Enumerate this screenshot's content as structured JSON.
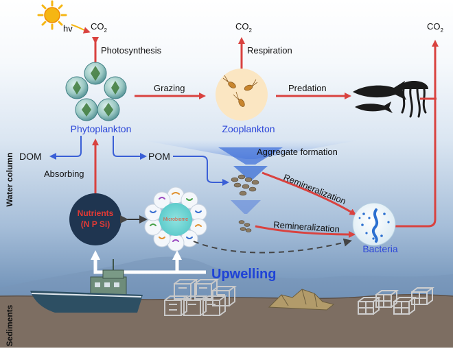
{
  "labels": {
    "co2": "CO",
    "co2_sub": "2",
    "hv": "hv",
    "photosynthesis": "Photosynthesis",
    "respiration": "Respiration",
    "grazing": "Grazing",
    "predation": "Predation",
    "phytoplankton": "Phytoplankton",
    "zooplankton": "Zooplankton",
    "dom": "DOM",
    "pom": "POM",
    "aggregate_formation": "Aggregate formation",
    "absorbing": "Absorbing",
    "remineralization": "Remineralization",
    "nutrients_line1": "Nutrients",
    "nutrients_line2": "(N P Si)",
    "microbiome": "Microbiome",
    "bacteria": "Bacteria",
    "upwelling": "Upwelling",
    "water_column": "Water column",
    "sediments": "Sediments"
  },
  "colors": {
    "flux_arrow": "#d9423f",
    "organic_arrow": "#3a5fd6",
    "label_blue": "#2b45d8",
    "upwelling_text": "#1f43d6",
    "nutrients_circle": "#1f3550",
    "nutrients_text": "#e23a35",
    "sun": "#f5b613",
    "sediment": "#7d6e62",
    "ship_hull": "#2d4f63"
  }
}
